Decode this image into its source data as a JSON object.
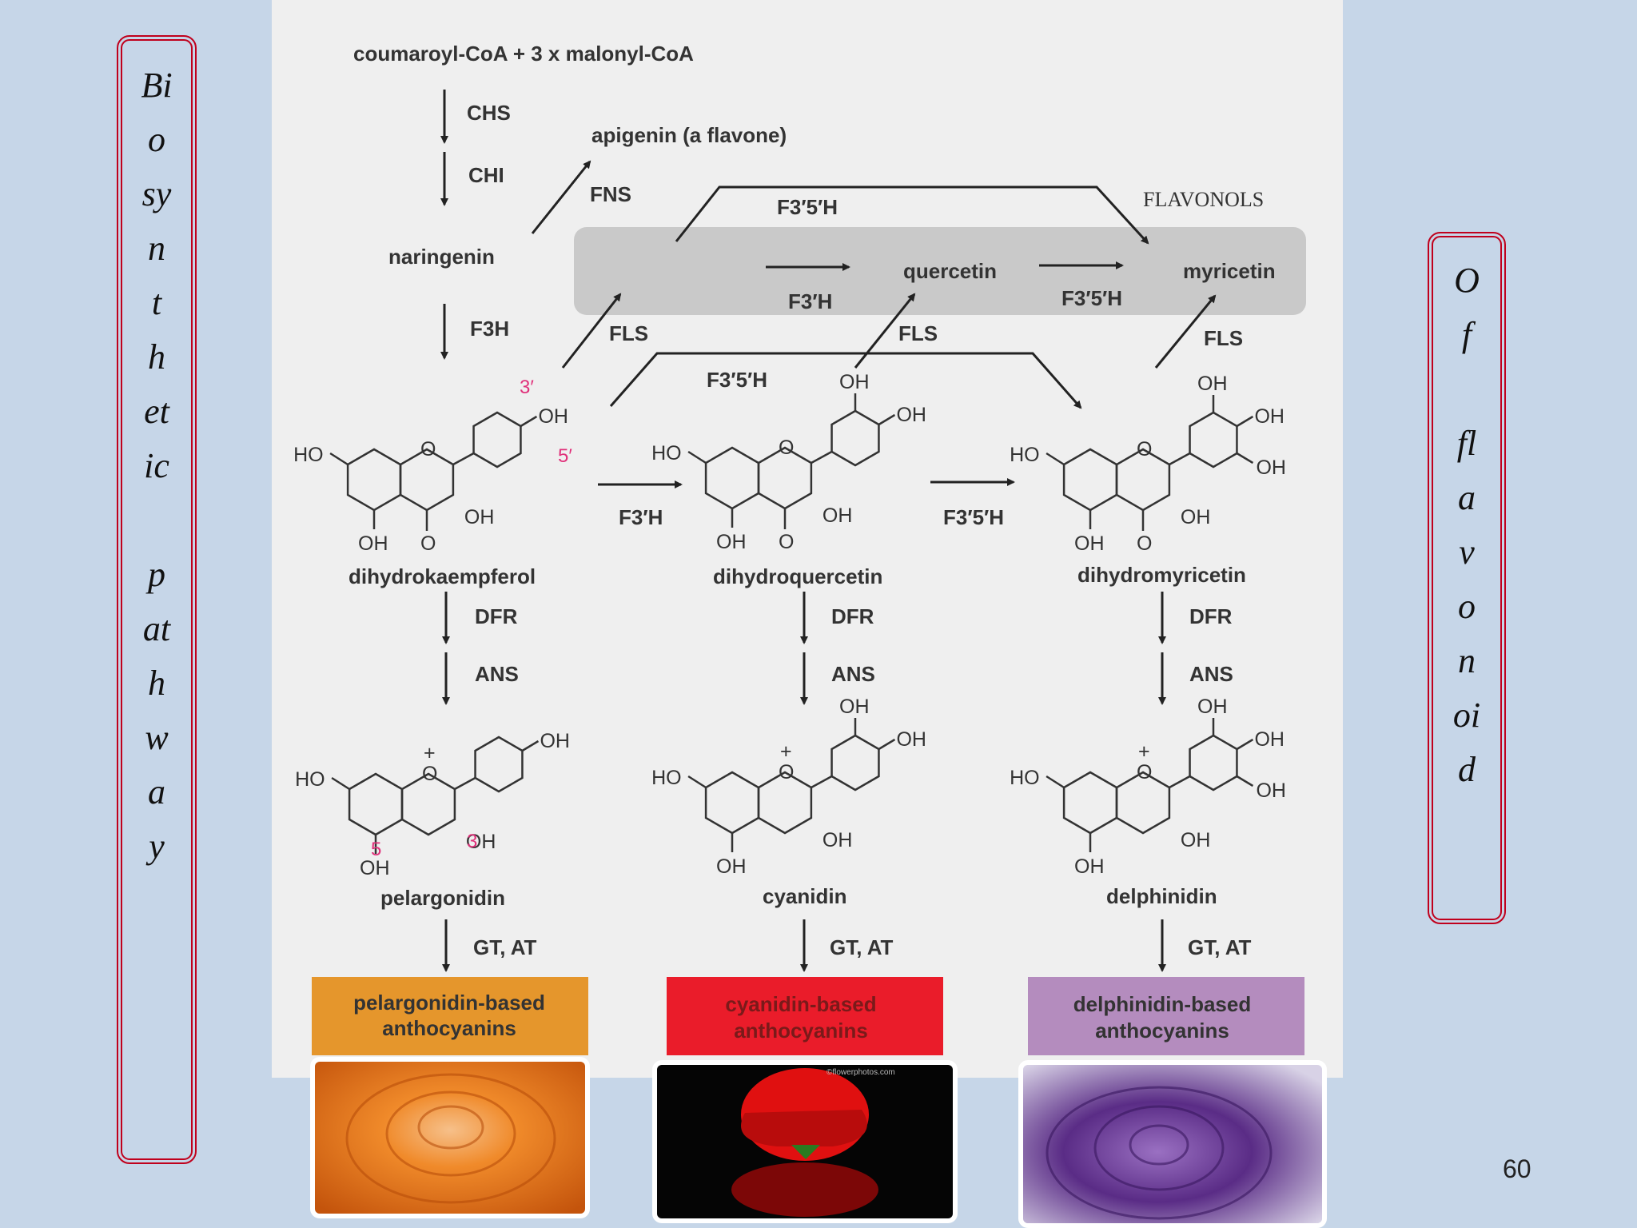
{
  "left_title": {
    "lines": [
      "Bi",
      "o",
      "sy",
      "n",
      "t",
      "h",
      "et",
      "ic",
      "",
      "p",
      "at",
      "h",
      "w",
      "a",
      "y"
    ]
  },
  "right_title": {
    "lines": [
      "O",
      "f",
      "",
      "fl",
      "a",
      "v",
      "o",
      "n",
      "oi",
      "d"
    ]
  },
  "diagram": {
    "start": "coumaroyl-CoA + 3 x malonyl-CoA",
    "chs": "CHS",
    "chi": "CHI",
    "naringenin": "naringenin",
    "apigenin": "apigenin (a flavone)",
    "fns": "FNS",
    "f3h": "F3H",
    "flavonols": "FLAVONOLS",
    "f35h_top": "F3′5′H",
    "quercetin": "quercetin",
    "myricetin": "myricetin",
    "f3ph_flavonol": "F3′H",
    "f35h_flavonol": "F3′5′H",
    "fls_1": "FLS",
    "fls_2": "FLS",
    "fls_3": "FLS",
    "f35h_mid": "F3′5′H",
    "f3ph_mid": "F3′H",
    "f35h_mid2": "F3′5′H",
    "dihydrokaempferol": "dihydrokaempferol",
    "dihydroquercetin": "dihydroquercetin",
    "dihydromyricetin": "dihydromyricetin",
    "dfr": "DFR",
    "ans": "ANS",
    "pelargonidin": "pelargonidin",
    "cyanidin": "cyanidin",
    "delphinidin": "delphinidin",
    "gtat": "GT, AT",
    "pos_3p": "3′",
    "pos_5p": "5′",
    "pos_5": "5",
    "pos_3": "3",
    "atom_o": "O",
    "atom_oh": "OH",
    "atom_ho": "HO",
    "atom_plus": "+",
    "box_pel": [
      "pelargonidin-based",
      "anthocyanins"
    ],
    "box_cya": [
      "cyanidin-based",
      "anthocyanins"
    ],
    "box_del": [
      "delphinidin-based",
      "anthocyanins"
    ],
    "box_colors": {
      "pel": "#e5962c",
      "cya": "#ea1c2a",
      "del": "#b48cbe"
    },
    "watermark": "©flowerphotos.com"
  },
  "flowers": [
    {
      "name": "orange-rose",
      "color": "#f07a1c"
    },
    {
      "name": "red-rose",
      "color": "#e01010"
    },
    {
      "name": "purple-rose",
      "color": "#6a3a94"
    }
  ],
  "page_number": "60"
}
